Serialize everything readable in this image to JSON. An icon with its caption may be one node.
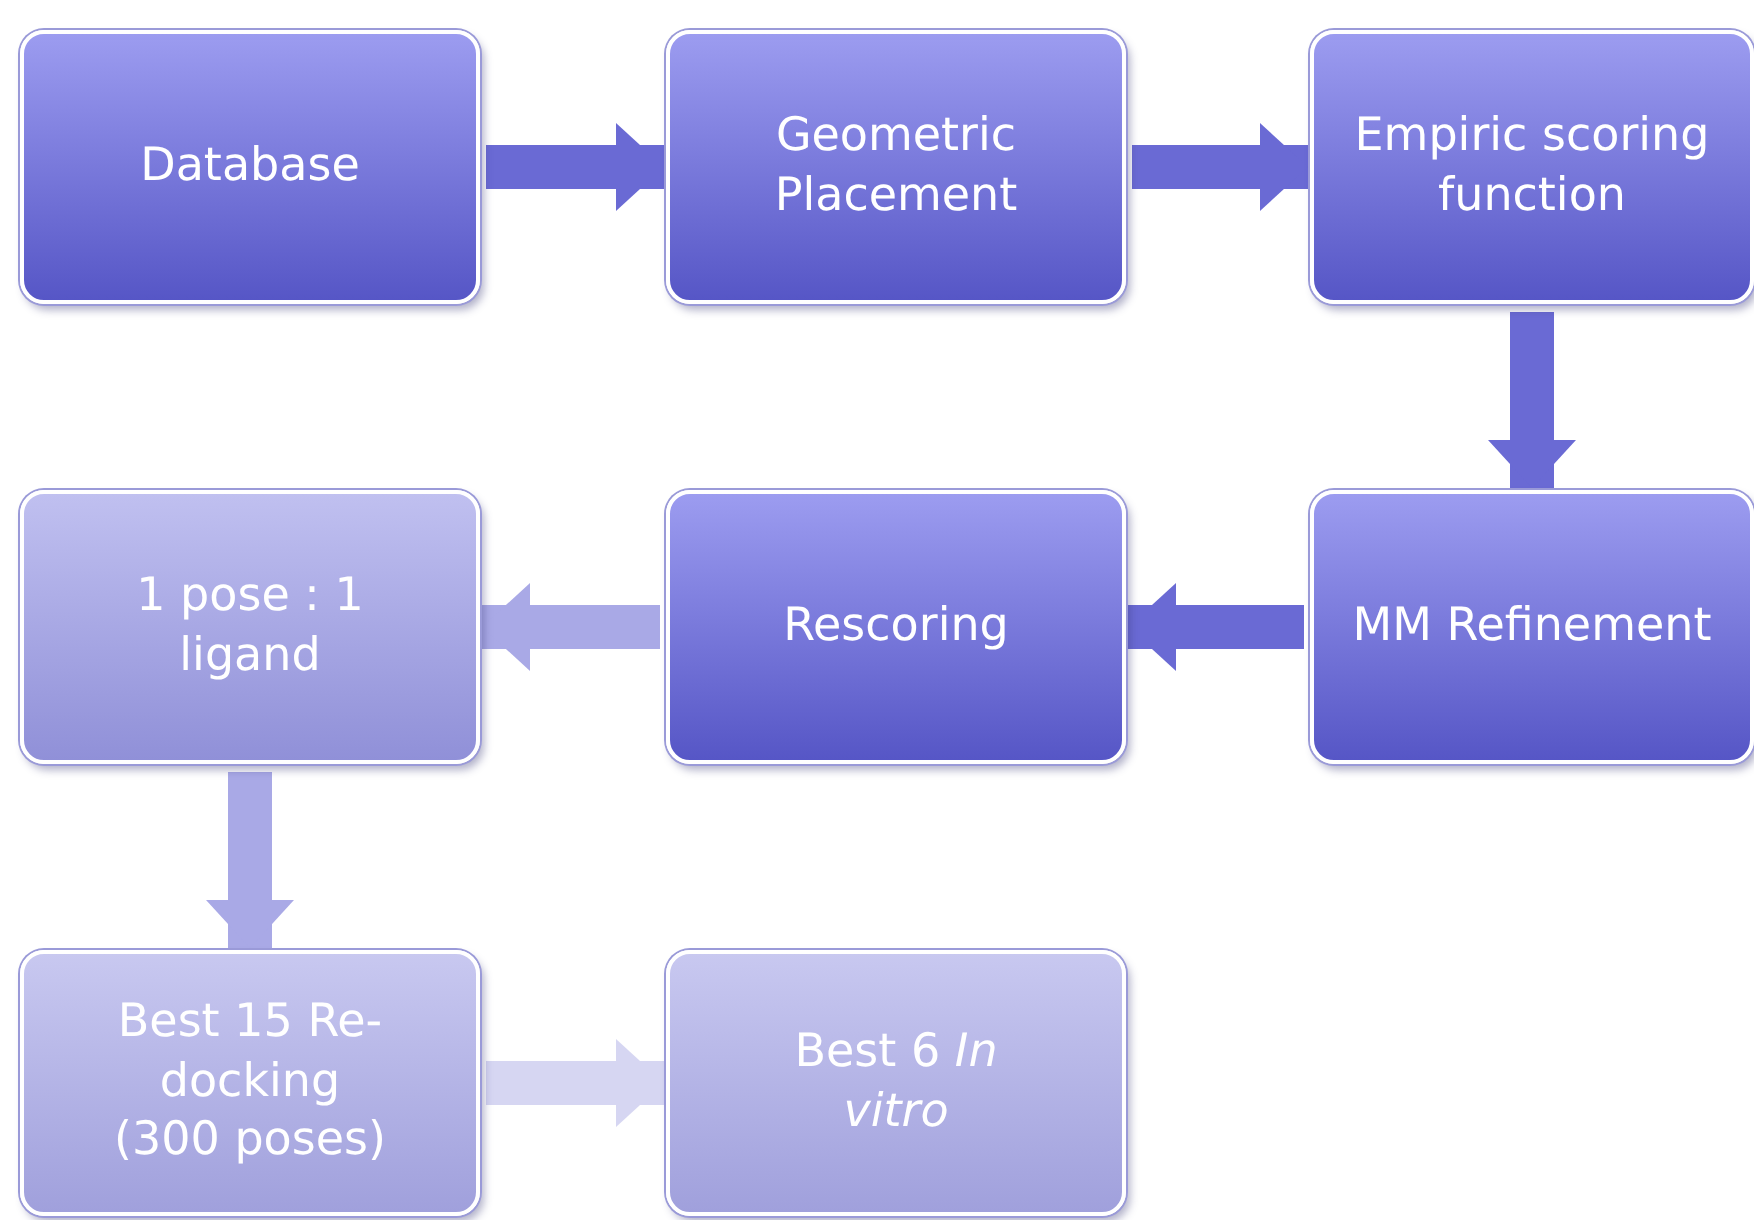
{
  "diagram": {
    "nodes": [
      {
        "text": [
          "Database"
        ]
      },
      {
        "text": [
          "Geometric Placement"
        ]
      },
      {
        "text": [
          "Empiric scoring function"
        ]
      },
      {
        "text": [
          "MM Refinement"
        ]
      },
      {
        "text": [
          "Rescoring"
        ]
      },
      {
        "text": [
          "1 pose : 1 ligand"
        ]
      },
      {
        "text": [
          "Best 15 Re-docking (300 poses)"
        ]
      },
      {
        "text": [
          "Best 6 *In vitro*"
        ]
      }
    ],
    "edges": [
      {
        "from": 0,
        "to": 1,
        "arrow": "to"
      },
      {
        "from": 1,
        "to": 2,
        "arrow": "to"
      },
      {
        "from": 2,
        "to": 3,
        "arrow": "to"
      },
      {
        "from": 3,
        "to": 4,
        "arrow": "to"
      },
      {
        "from": 4,
        "to": 5,
        "arrow": "to",
        "color": "#a9a9e6"
      },
      {
        "from": 5,
        "to": 6,
        "arrow": "to",
        "color": "#a9a9e6"
      },
      {
        "from": 6,
        "to": 7,
        "arrow": "to",
        "color": "#d6d6f2"
      }
    ]
  }
}
